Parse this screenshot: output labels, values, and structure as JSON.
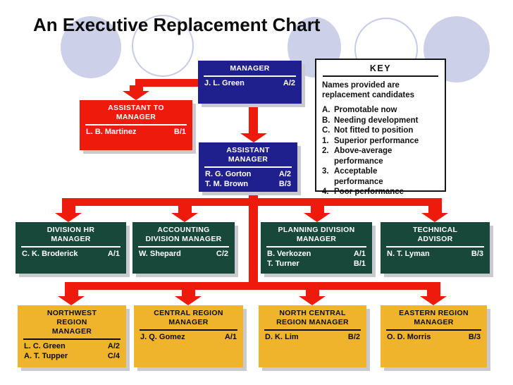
{
  "title": "An Executive Replacement Chart",
  "colors": {
    "navy": "#201F8E",
    "red": "#EE1B0C",
    "green": "#17483A",
    "yellow": "#EFB42C",
    "lavender": "#CDD0E9"
  },
  "key": {
    "heading": "KEY",
    "note_lines": [
      "Names provided are",
      "replacement candidates"
    ],
    "items": [
      {
        "label": "A.",
        "line1": "Promotable now"
      },
      {
        "label": "B.",
        "line1": "Needing development"
      },
      {
        "label": "C.",
        "line1": "Not fitted to position"
      },
      {
        "label": "1.",
        "line1": "Superior performance"
      },
      {
        "label": "2.",
        "line1": "Above-average",
        "line2": "performance"
      },
      {
        "label": "3.",
        "line1": "Acceptable",
        "line2": "performance"
      },
      {
        "label": "4.",
        "line1": "Poor performance"
      }
    ]
  },
  "nodes": {
    "manager": {
      "title_lines": [
        "MANAGER"
      ],
      "people": [
        {
          "name": "J. L. Green",
          "rating": "A/2"
        }
      ]
    },
    "assistant_to_manager": {
      "title_lines": [
        "ASSISTANT TO",
        "MANAGER"
      ],
      "people": [
        {
          "name": "L. B. Martinez",
          "rating": "B/1"
        }
      ]
    },
    "assistant_manager": {
      "title_lines": [
        "ASSISTANT",
        "MANAGER"
      ],
      "people": [
        {
          "name": "R. G. Gorton",
          "rating": "A/2"
        },
        {
          "name": "T. M. Brown",
          "rating": "B/3"
        }
      ]
    },
    "division_hr_manager": {
      "title_lines": [
        "DIVISION HR",
        "MANAGER"
      ],
      "people": [
        {
          "name": "C. K. Broderick",
          "rating": "A/1"
        }
      ]
    },
    "accounting_division_manager": {
      "title_lines": [
        "ACCOUNTING",
        "DIVISION MANAGER"
      ],
      "people": [
        {
          "name": "W. Shepard",
          "rating": "C/2"
        }
      ]
    },
    "planning_division_manager": {
      "title_lines": [
        "PLANNING DIVISION",
        "MANAGER"
      ],
      "people": [
        {
          "name": "B. Verkozen",
          "rating": "A/1"
        },
        {
          "name": "T. Turner",
          "rating": "B/1"
        }
      ]
    },
    "technical_advisor": {
      "title_lines": [
        "TECHNICAL",
        "ADVISOR"
      ],
      "people": [
        {
          "name": "N. T. Lyman",
          "rating": "B/3"
        }
      ]
    },
    "northwest_region_manager": {
      "title_lines": [
        "NORTHWEST",
        "REGION",
        "MANAGER"
      ],
      "people": [
        {
          "name": "L. C. Green",
          "rating": "A/2"
        },
        {
          "name": "A. T. Tupper",
          "rating": "C/4"
        }
      ]
    },
    "central_region_manager": {
      "title_lines": [
        "CENTRAL REGION",
        "MANAGER"
      ],
      "people": [
        {
          "name": "J. Q. Gomez",
          "rating": "A/1"
        }
      ]
    },
    "north_central_region_manager": {
      "title_lines": [
        "NORTH CENTRAL",
        "REGION MANAGER"
      ],
      "people": [
        {
          "name": "D. K. Lim",
          "rating": "B/2"
        }
      ]
    },
    "eastern_region_manager": {
      "title_lines": [
        "EASTERN REGION",
        "MANAGER"
      ],
      "people": [
        {
          "name": "O. D. Morris",
          "rating": "B/3"
        }
      ]
    }
  }
}
